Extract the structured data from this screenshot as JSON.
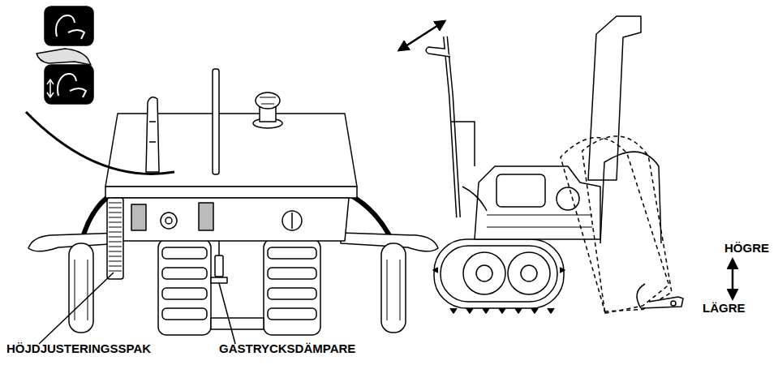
{
  "diagram": {
    "labels": [
      "HÖJDJUSTERINGSSPAK",
      "GASTRYCKSDÄMPARE",
      "HÖGRE",
      "LÄGRE"
    ]
  }
}
